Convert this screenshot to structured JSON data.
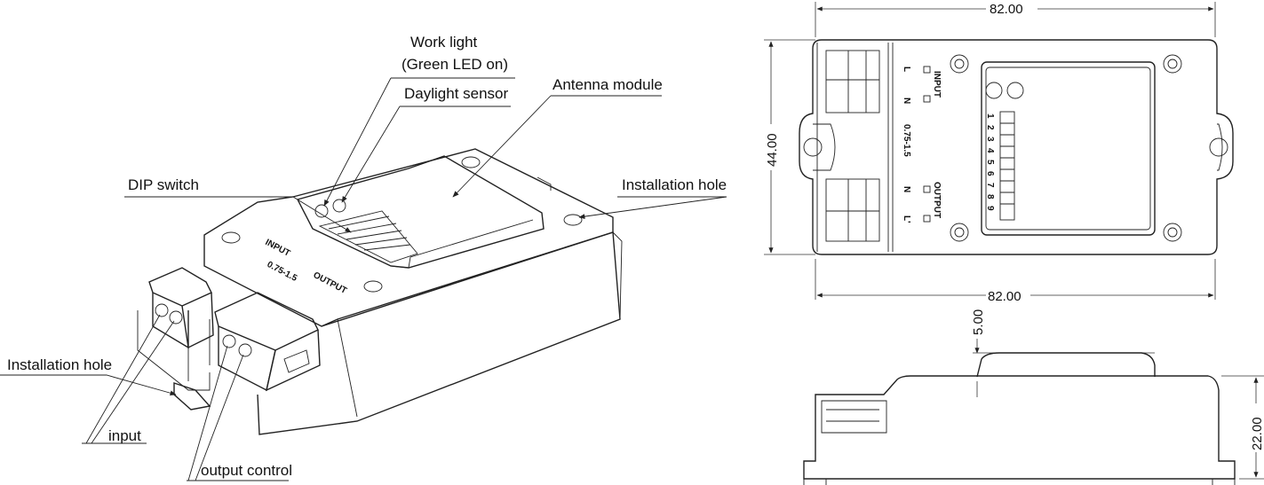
{
  "callouts": {
    "work_light_line1": "Work light",
    "work_light_line2": "(Green LED  on)",
    "daylight_sensor": "Daylight  sensor",
    "antenna_module": "Antenna module",
    "dip_switch": "DIP switch",
    "installation_hole_right": "Installation hole",
    "installation_hole_left": "Installation hole",
    "input": "input",
    "output_control": "output control"
  },
  "device_markings": {
    "input": "INPUT",
    "output": "OUTPUT",
    "l": "L",
    "n": "N",
    "l_out": "L'",
    "wire_size": "0.75-1.5",
    "dip_numbers": [
      "1",
      "2",
      "3",
      "4",
      "5",
      "6",
      "7",
      "8",
      "9"
    ]
  },
  "dimensions": {
    "top_width": "82.00",
    "bottom_width": "82.00",
    "height": "44.00",
    "side_offset": "5.00",
    "side_height": "22.00"
  }
}
